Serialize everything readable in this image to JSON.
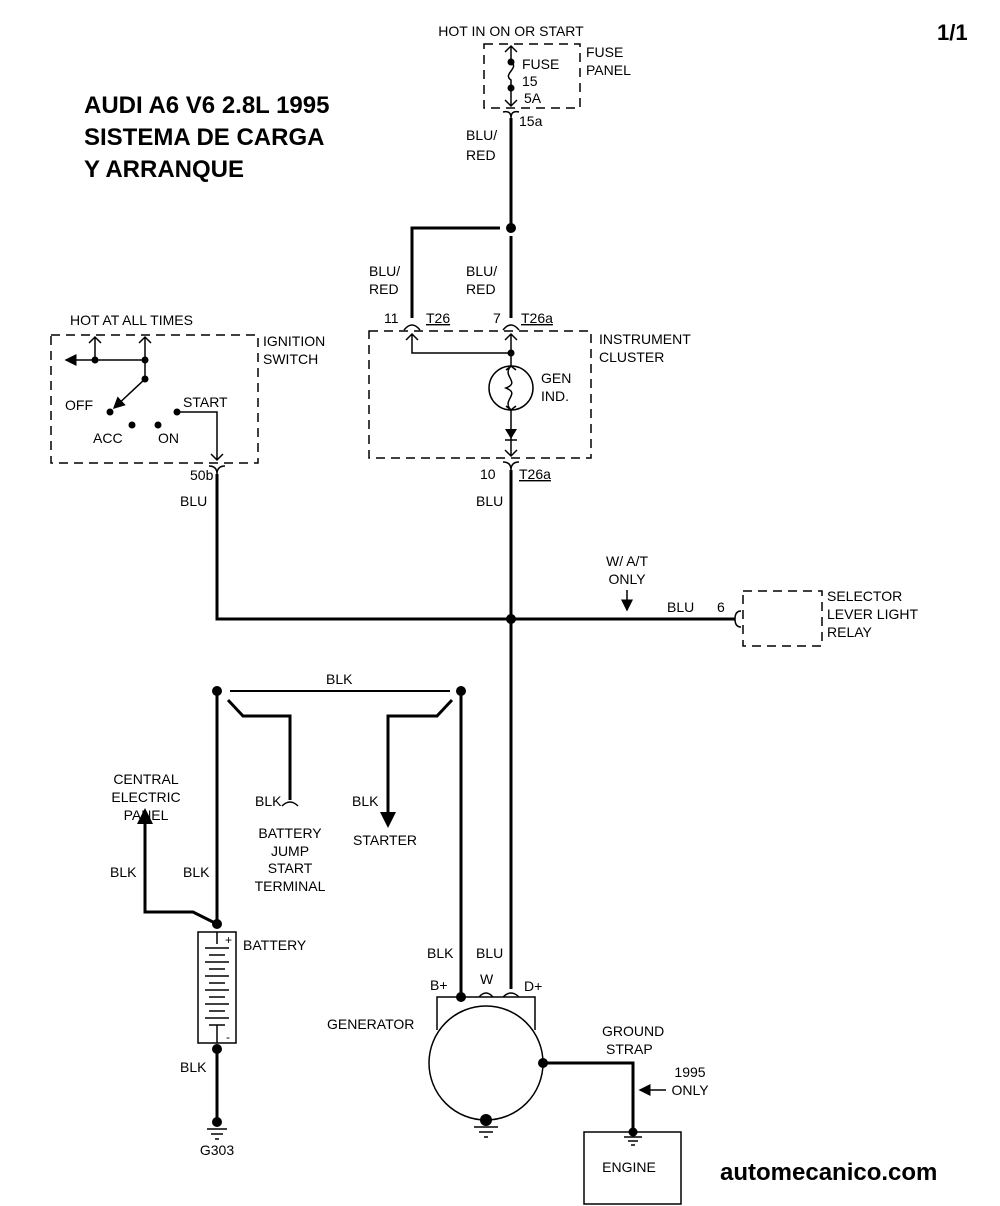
{
  "header": {
    "title_lines": [
      "AUDI A6 V6 2.8L 1995",
      "SISTEMA DE CARGA",
      "Y ARRANQUE"
    ],
    "page": "1/1"
  },
  "fuse_panel": {
    "supply": "HOT IN ON OR START",
    "name": [
      "FUSE",
      "PANEL"
    ],
    "fuse": [
      "FUSE",
      "15",
      "5A"
    ],
    "terminal": "15a",
    "wire": [
      "BLU/",
      "RED"
    ]
  },
  "instrument_cluster": {
    "name": [
      "INSTRUMENT",
      "CLUSTER"
    ],
    "wire_left": [
      "BLU/",
      "RED"
    ],
    "wire_right": [
      "BLU/",
      "RED"
    ],
    "pin_left": "11",
    "conn_left": "T26",
    "pin_right": "7",
    "conn_right": "T26a",
    "lamp": [
      "GEN",
      "IND."
    ],
    "pin_out": "10",
    "conn_out": "T26a",
    "wire_out": "BLU"
  },
  "ignition_switch": {
    "supply": "HOT AT ALL TIMES",
    "name": [
      "IGNITION",
      "SWITCH"
    ],
    "positions": {
      "off": "OFF",
      "acc": "ACC",
      "on": "ON",
      "start": "START"
    },
    "terminal": "50b",
    "wire": "BLU"
  },
  "selector_relay": {
    "note": [
      "W/ A/T",
      "ONLY"
    ],
    "wire": "BLU",
    "pin": "6",
    "name": [
      "SELECTOR",
      "LEVER LIGHT",
      "RELAY"
    ]
  },
  "battery_circuit": {
    "bus_wire": "BLK",
    "jump_wire": "BLK",
    "jump_terminal": [
      "BATTERY",
      "JUMP",
      "START",
      "TERMINAL"
    ],
    "starter_wire": "BLK",
    "starter": "STARTER",
    "central_panel": [
      "CENTRAL",
      "ELECTRIC",
      "PANEL"
    ],
    "central_wire": "BLK",
    "battery_wire": "BLK",
    "battery": "BATTERY",
    "plus": "+",
    "minus": "-",
    "ground_wire": "BLK",
    "ground": "G303"
  },
  "generator": {
    "name": "GENERATOR",
    "wire_b": "BLK",
    "wire_d": "BLU",
    "term_b": "B+",
    "term_w": "W",
    "term_d": "D+",
    "ground_strap": [
      "GROUND",
      "STRAP"
    ],
    "note": [
      "1995",
      "ONLY"
    ],
    "engine": "ENGINE"
  },
  "footer": {
    "brand": "automecanico.com"
  }
}
